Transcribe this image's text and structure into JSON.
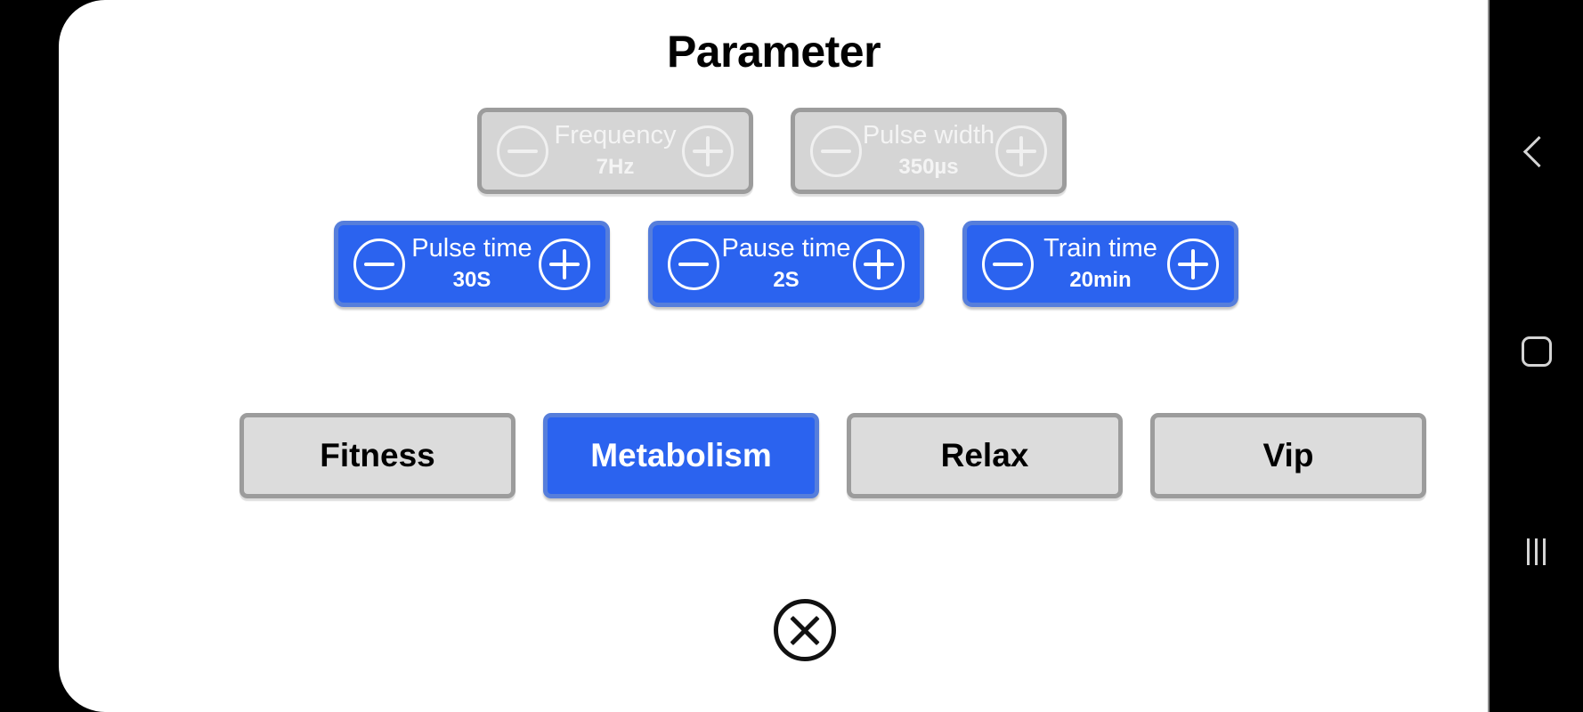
{
  "app": {
    "title": "Parameter",
    "colors": {
      "active_blue": "#2b63ef",
      "active_blue_border": "#567edb",
      "disabled_gray": "#d5d5d5",
      "disabled_gray_border": "#9c9c9c",
      "mode_gray": "#dcdcdc",
      "card_background": "#ffffff",
      "nav_background": "#000000",
      "nav_icon": "#d4d4d4"
    }
  },
  "parameters": {
    "row_top": [
      {
        "key": "frequency",
        "label": "Frequency",
        "value": "7Hz",
        "state": "disabled",
        "decrement_icon": "minus-circle-icon",
        "increment_icon": "plus-circle-icon"
      },
      {
        "key": "pulse-width",
        "label": "Pulse width",
        "value": "350µs",
        "state": "disabled",
        "decrement_icon": "minus-circle-icon",
        "increment_icon": "plus-circle-icon"
      }
    ],
    "row_bottom": [
      {
        "key": "pulse-time",
        "label": "Pulse time",
        "value": "30S",
        "state": "active",
        "decrement_icon": "minus-circle-icon",
        "increment_icon": "plus-circle-icon"
      },
      {
        "key": "pause-time",
        "label": "Pause time",
        "value": "2S",
        "state": "active",
        "decrement_icon": "minus-circle-icon",
        "increment_icon": "plus-circle-icon"
      },
      {
        "key": "train-time",
        "label": "Train time",
        "value": "20min",
        "state": "active",
        "decrement_icon": "minus-circle-icon",
        "increment_icon": "plus-circle-icon"
      }
    ]
  },
  "modes": [
    {
      "key": "fitness",
      "label": "Fitness",
      "selected": false
    },
    {
      "key": "metabolism",
      "label": "Metabolism",
      "selected": true
    },
    {
      "key": "relax",
      "label": "Relax",
      "selected": false
    },
    {
      "key": "vip",
      "label": "Vip",
      "selected": false
    }
  ],
  "close": {
    "icon": "close-circle-icon",
    "label": "Close"
  },
  "nav_bar": [
    {
      "key": "back",
      "icon": "chevron-left-icon",
      "label": "Back"
    },
    {
      "key": "home",
      "icon": "home-square-icon",
      "label": "Home"
    },
    {
      "key": "recent",
      "icon": "recent-apps-icon",
      "label": "Recents"
    }
  ]
}
